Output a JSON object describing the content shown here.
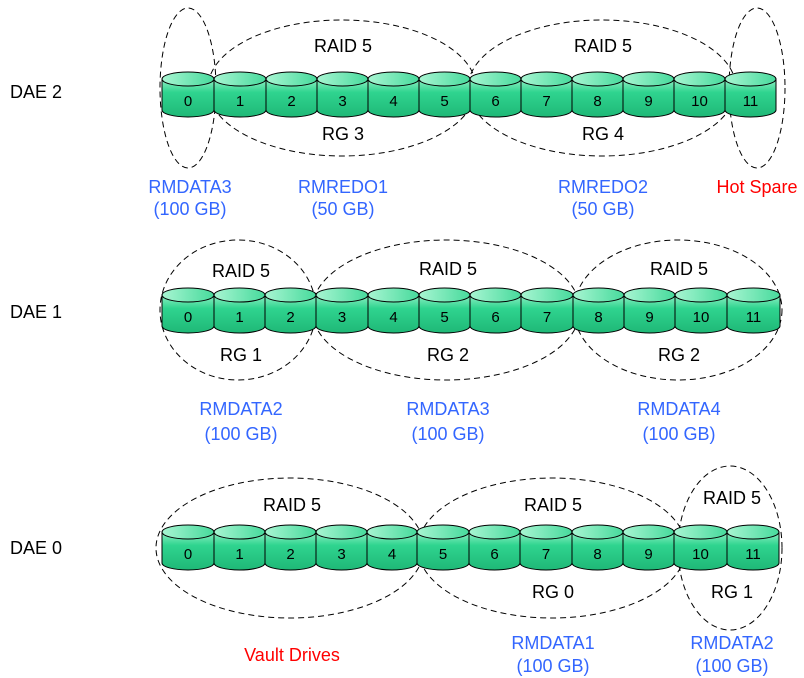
{
  "diagram": {
    "colors": {
      "disk_fill": "#2FD48F",
      "disk_fill_light": "#8FEFC4",
      "disk_stroke": "#000000",
      "ellipse_stroke": "#000000",
      "label_blue": "#3366FF",
      "label_red": "#FF0000",
      "text_black": "#000000"
    },
    "rows": [
      {
        "label": "DAE 2",
        "disks": [
          "0",
          "1",
          "2",
          "3",
          "4",
          "5",
          "6",
          "7",
          "8",
          "9",
          "10",
          "11"
        ],
        "groups": [
          {
            "raid": "",
            "rg": "",
            "name": "RMDATA3",
            "size": "(100 GB)",
            "color": "blue"
          },
          {
            "raid": "RAID 5",
            "rg": "RG 3",
            "name": "RMREDO1",
            "size": "(50 GB)",
            "color": "blue"
          },
          {
            "raid": "RAID 5",
            "rg": "RG 4",
            "name": "RMREDO2",
            "size": "(50 GB)",
            "color": "blue"
          },
          {
            "raid": "",
            "rg": "",
            "name": "Hot Spare",
            "size": "",
            "color": "red"
          }
        ]
      },
      {
        "label": "DAE 1",
        "disks": [
          "0",
          "1",
          "2",
          "3",
          "4",
          "5",
          "6",
          "7",
          "8",
          "9",
          "10",
          "11"
        ],
        "groups": [
          {
            "raid": "RAID 5",
            "rg": "RG 1",
            "name": "RMDATA2",
            "size": "(100 GB)",
            "color": "blue"
          },
          {
            "raid": "RAID 5",
            "rg": "RG 2",
            "name": "RMDATA3",
            "size": "(100 GB)",
            "color": "blue"
          },
          {
            "raid": "RAID 5",
            "rg": "RG 2",
            "name": "RMDATA4",
            "size": "(100 GB)",
            "color": "blue"
          }
        ]
      },
      {
        "label": "DAE 0",
        "disks": [
          "0",
          "1",
          "2",
          "3",
          "4",
          "5",
          "6",
          "7",
          "8",
          "9",
          "10",
          "11"
        ],
        "groups": [
          {
            "raid": "RAID 5",
            "rg": "",
            "name": "Vault Drives",
            "size": "",
            "color": "red"
          },
          {
            "raid": "RAID 5",
            "rg": "RG 0",
            "name": "RMDATA1",
            "size": "(100 GB)",
            "color": "blue"
          },
          {
            "raid": "RAID 5",
            "rg": "RG 1",
            "name": "RMDATA2",
            "size": "(100 GB)",
            "color": "blue"
          }
        ]
      }
    ]
  }
}
